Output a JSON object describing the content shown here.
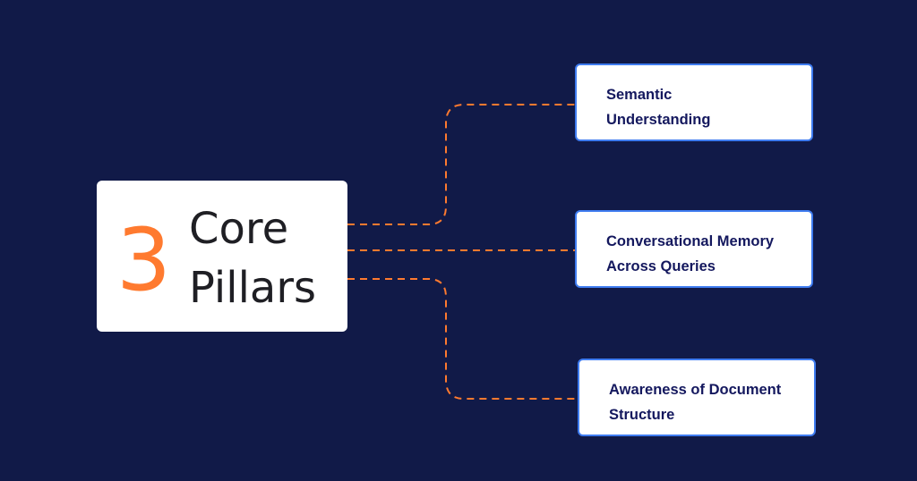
{
  "central": {
    "number": "3",
    "line1": "Core",
    "line2": "Pillars"
  },
  "pillars": [
    {
      "line1": "Semantic",
      "line2": "Understanding"
    },
    {
      "line1": "Conversational Memory",
      "line2": "Across Queries"
    },
    {
      "line1": "Awareness of Document",
      "line2": "Structure"
    }
  ],
  "colors": {
    "background": "#111a48",
    "accent": "#ff7a2f",
    "card_border": "#3f7cf0",
    "pillar_text": "#14185e",
    "central_text": "#1f1f24"
  }
}
